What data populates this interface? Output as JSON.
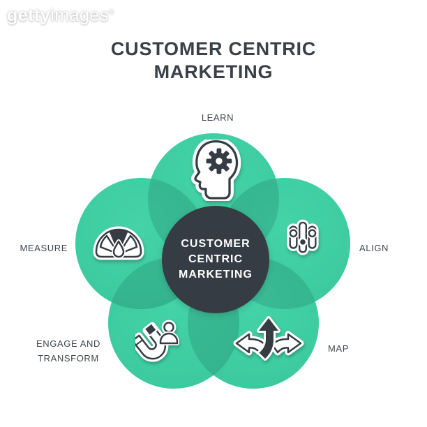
{
  "watermark": {
    "brand_bold": "getty",
    "brand_light": "images",
    "registered": "®"
  },
  "title": {
    "line1": "CUSTOMER CENTRIC",
    "line2": "MARKETING"
  },
  "hub": {
    "line1": "CUSTOMER",
    "line2": "CENTRIC",
    "line3": "MARKETING"
  },
  "petals": [
    {
      "id": "learn",
      "label": "LEARN",
      "icon": "head-gear-icon"
    },
    {
      "id": "align",
      "label": "ALIGN",
      "icon": "sliders-icon"
    },
    {
      "id": "map",
      "label": "MAP",
      "icon": "direction-arrows-icon"
    },
    {
      "id": "engage",
      "label": "ENGAGE AND TRANSFORM",
      "icon": "magnet-icon"
    },
    {
      "id": "measure",
      "label": "MEASURE",
      "icon": "gauge-icon"
    }
  ],
  "colors": {
    "petal": "#3ECCA1",
    "petal_overlap": "#39BB93",
    "hub_circle": "#363C44",
    "text": "#3A4047",
    "icon_ink": "#363C44",
    "white": "#FFFFFF"
  }
}
